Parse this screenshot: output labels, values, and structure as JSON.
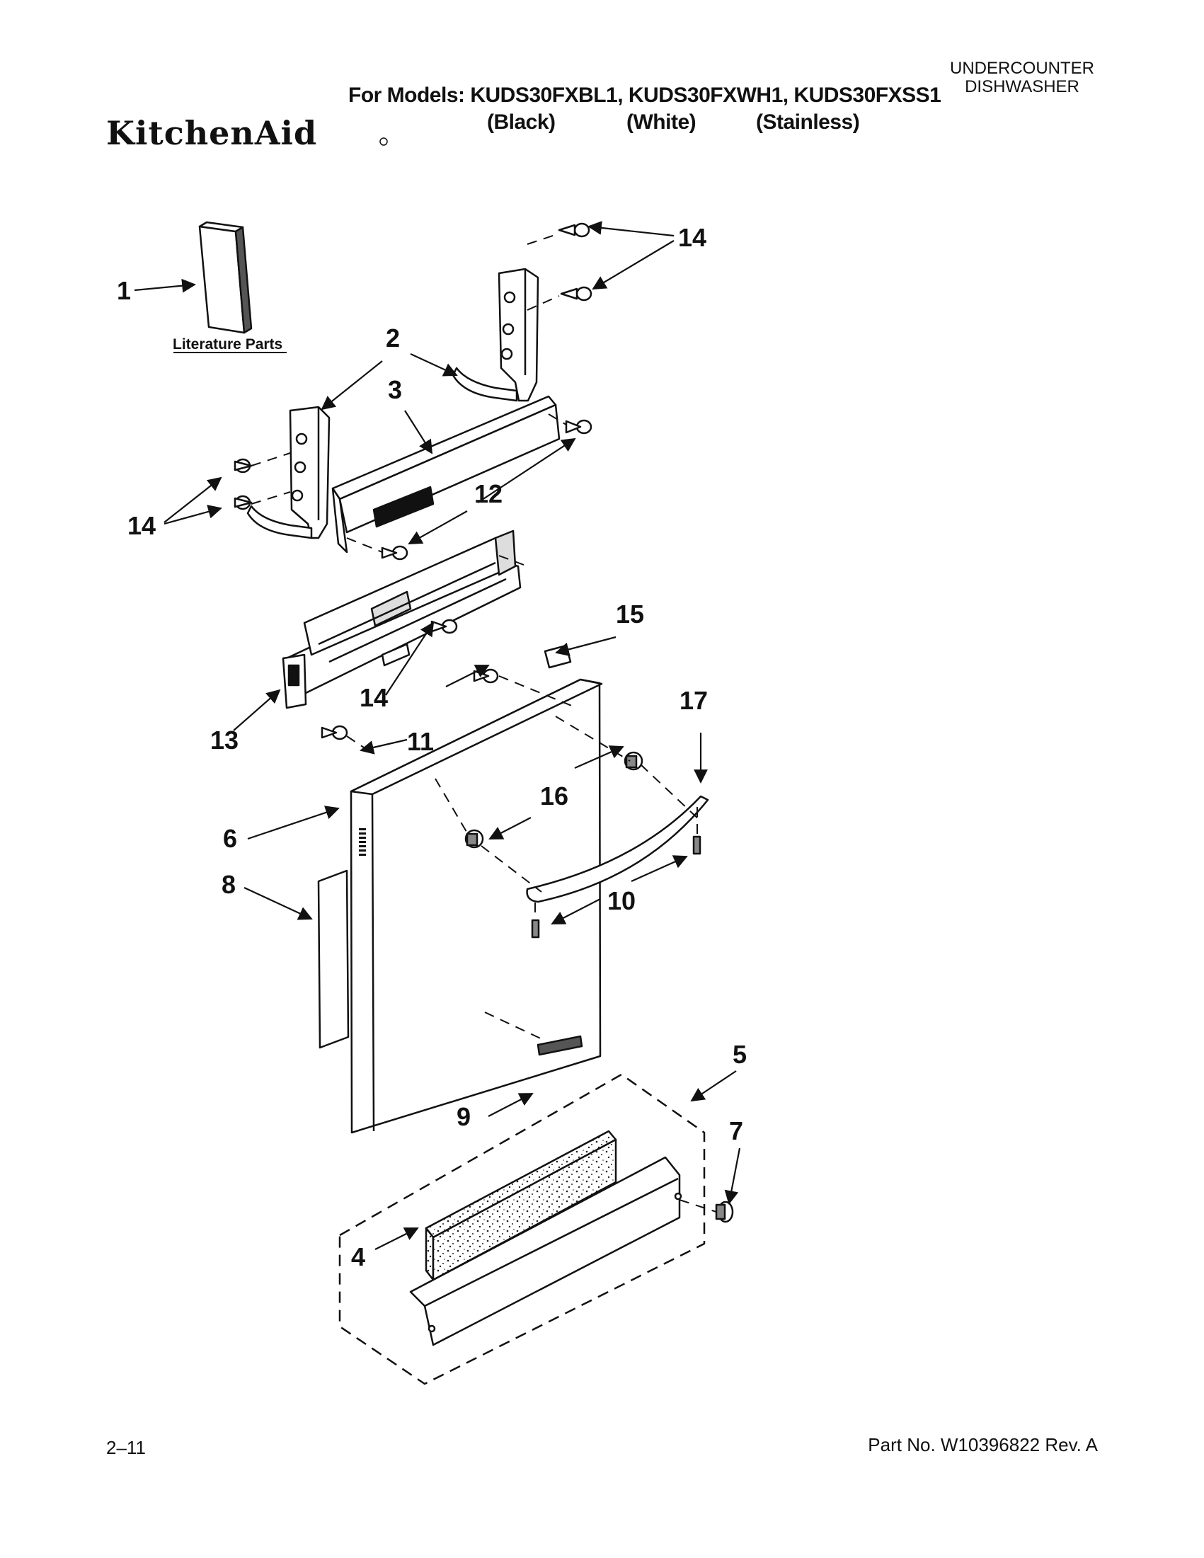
{
  "header": {
    "category_line1": "UNDERCOUNTER",
    "category_line2": "DISHWASHER",
    "models_line": "For Models: KUDS30FXBL1, KUDS30FXWH1, KUDS30FXSS1",
    "finish_black": "(Black)",
    "finish_white": "(White)",
    "finish_stainless": "(Stainless)",
    "brand_logo": "KitchenAid"
  },
  "diagram": {
    "literature_label": "Literature Parts",
    "callouts": {
      "c1": "1",
      "c2": "2",
      "c3": "3",
      "c4": "4",
      "c5": "5",
      "c6": "6",
      "c7": "7",
      "c8": "8",
      "c9": "9",
      "c10": "10",
      "c11": "11",
      "c12": "12",
      "c13": "13",
      "c14a": "14",
      "c14b": "14",
      "c14c": "14",
      "c15": "15",
      "c16": "16",
      "c17": "17"
    }
  },
  "footer": {
    "page_number": "2–11",
    "part_number": "Part No. W10396822 Rev. A"
  },
  "colors": {
    "ink": "#111111",
    "paper": "#ffffff"
  }
}
